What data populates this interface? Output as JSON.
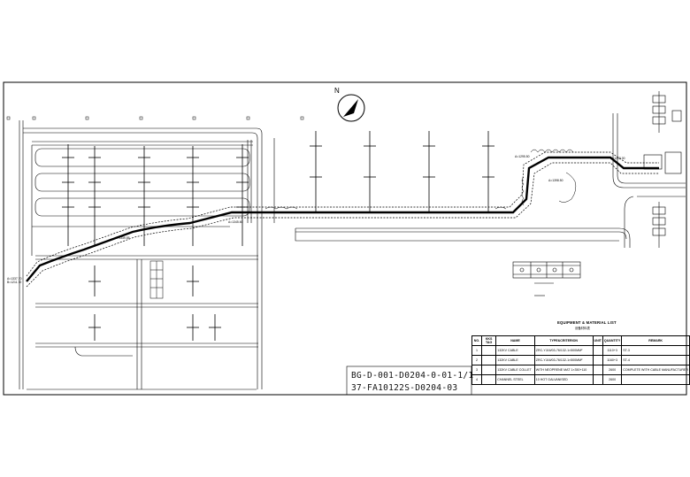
{
  "drawing": {
    "number_1": "BG-D-001-D0204-0-01-1/1",
    "number_2": "37-FA10122S-D0204-03",
    "north_label": "N"
  },
  "material_list": {
    "title": "EQUIPMENT & MATERIAL LIST",
    "subtitle": "设备材料表",
    "headers": {
      "no": "NO.",
      "kks": "KKS TAG",
      "name": "NAME",
      "type": "TYPE&CRITERION",
      "unit": "UNIT",
      "qty": "QUANTITY",
      "remark": "REMARK"
    },
    "rows": [
      {
        "no": "1",
        "kks": "",
        "name": "132KV CABLE",
        "type": "ZRC-YJLW03-76/132-1×500MM²",
        "unit": "",
        "qty": "1110+3",
        "remark": "ST-3"
      },
      {
        "no": "2",
        "kks": "",
        "name": "132KV CABLE",
        "type": "ZRC-YJLW03-76/132-1×500MM²",
        "unit": "",
        "qty": "1160+3",
        "remark": "ST-4"
      },
      {
        "no": "3",
        "kks": "",
        "name": "132KV CABLE COLLET",
        "type": "WITH NEOPRENE MAT 1×350+110",
        "unit": "",
        "qty": "2600",
        "remark": "COMPLETE WITH CABLE MANUFACTURER"
      },
      {
        "no": "4",
        "kks": "",
        "name": "CHANNEL STEEL",
        "type": "10 HOT GALVANISED",
        "unit": "",
        "qty": "2600",
        "remark": ""
      }
    ]
  },
  "plan_labels": {
    "left_start": "A=1337.70",
    "left_start_2": "B=1211.70",
    "mid_1": "A=1339.55",
    "mid_2": "A=1345.60",
    "right_1": "A=1295.50",
    "right_2": "A=1398.50",
    "right_3": "A=1293.30"
  }
}
